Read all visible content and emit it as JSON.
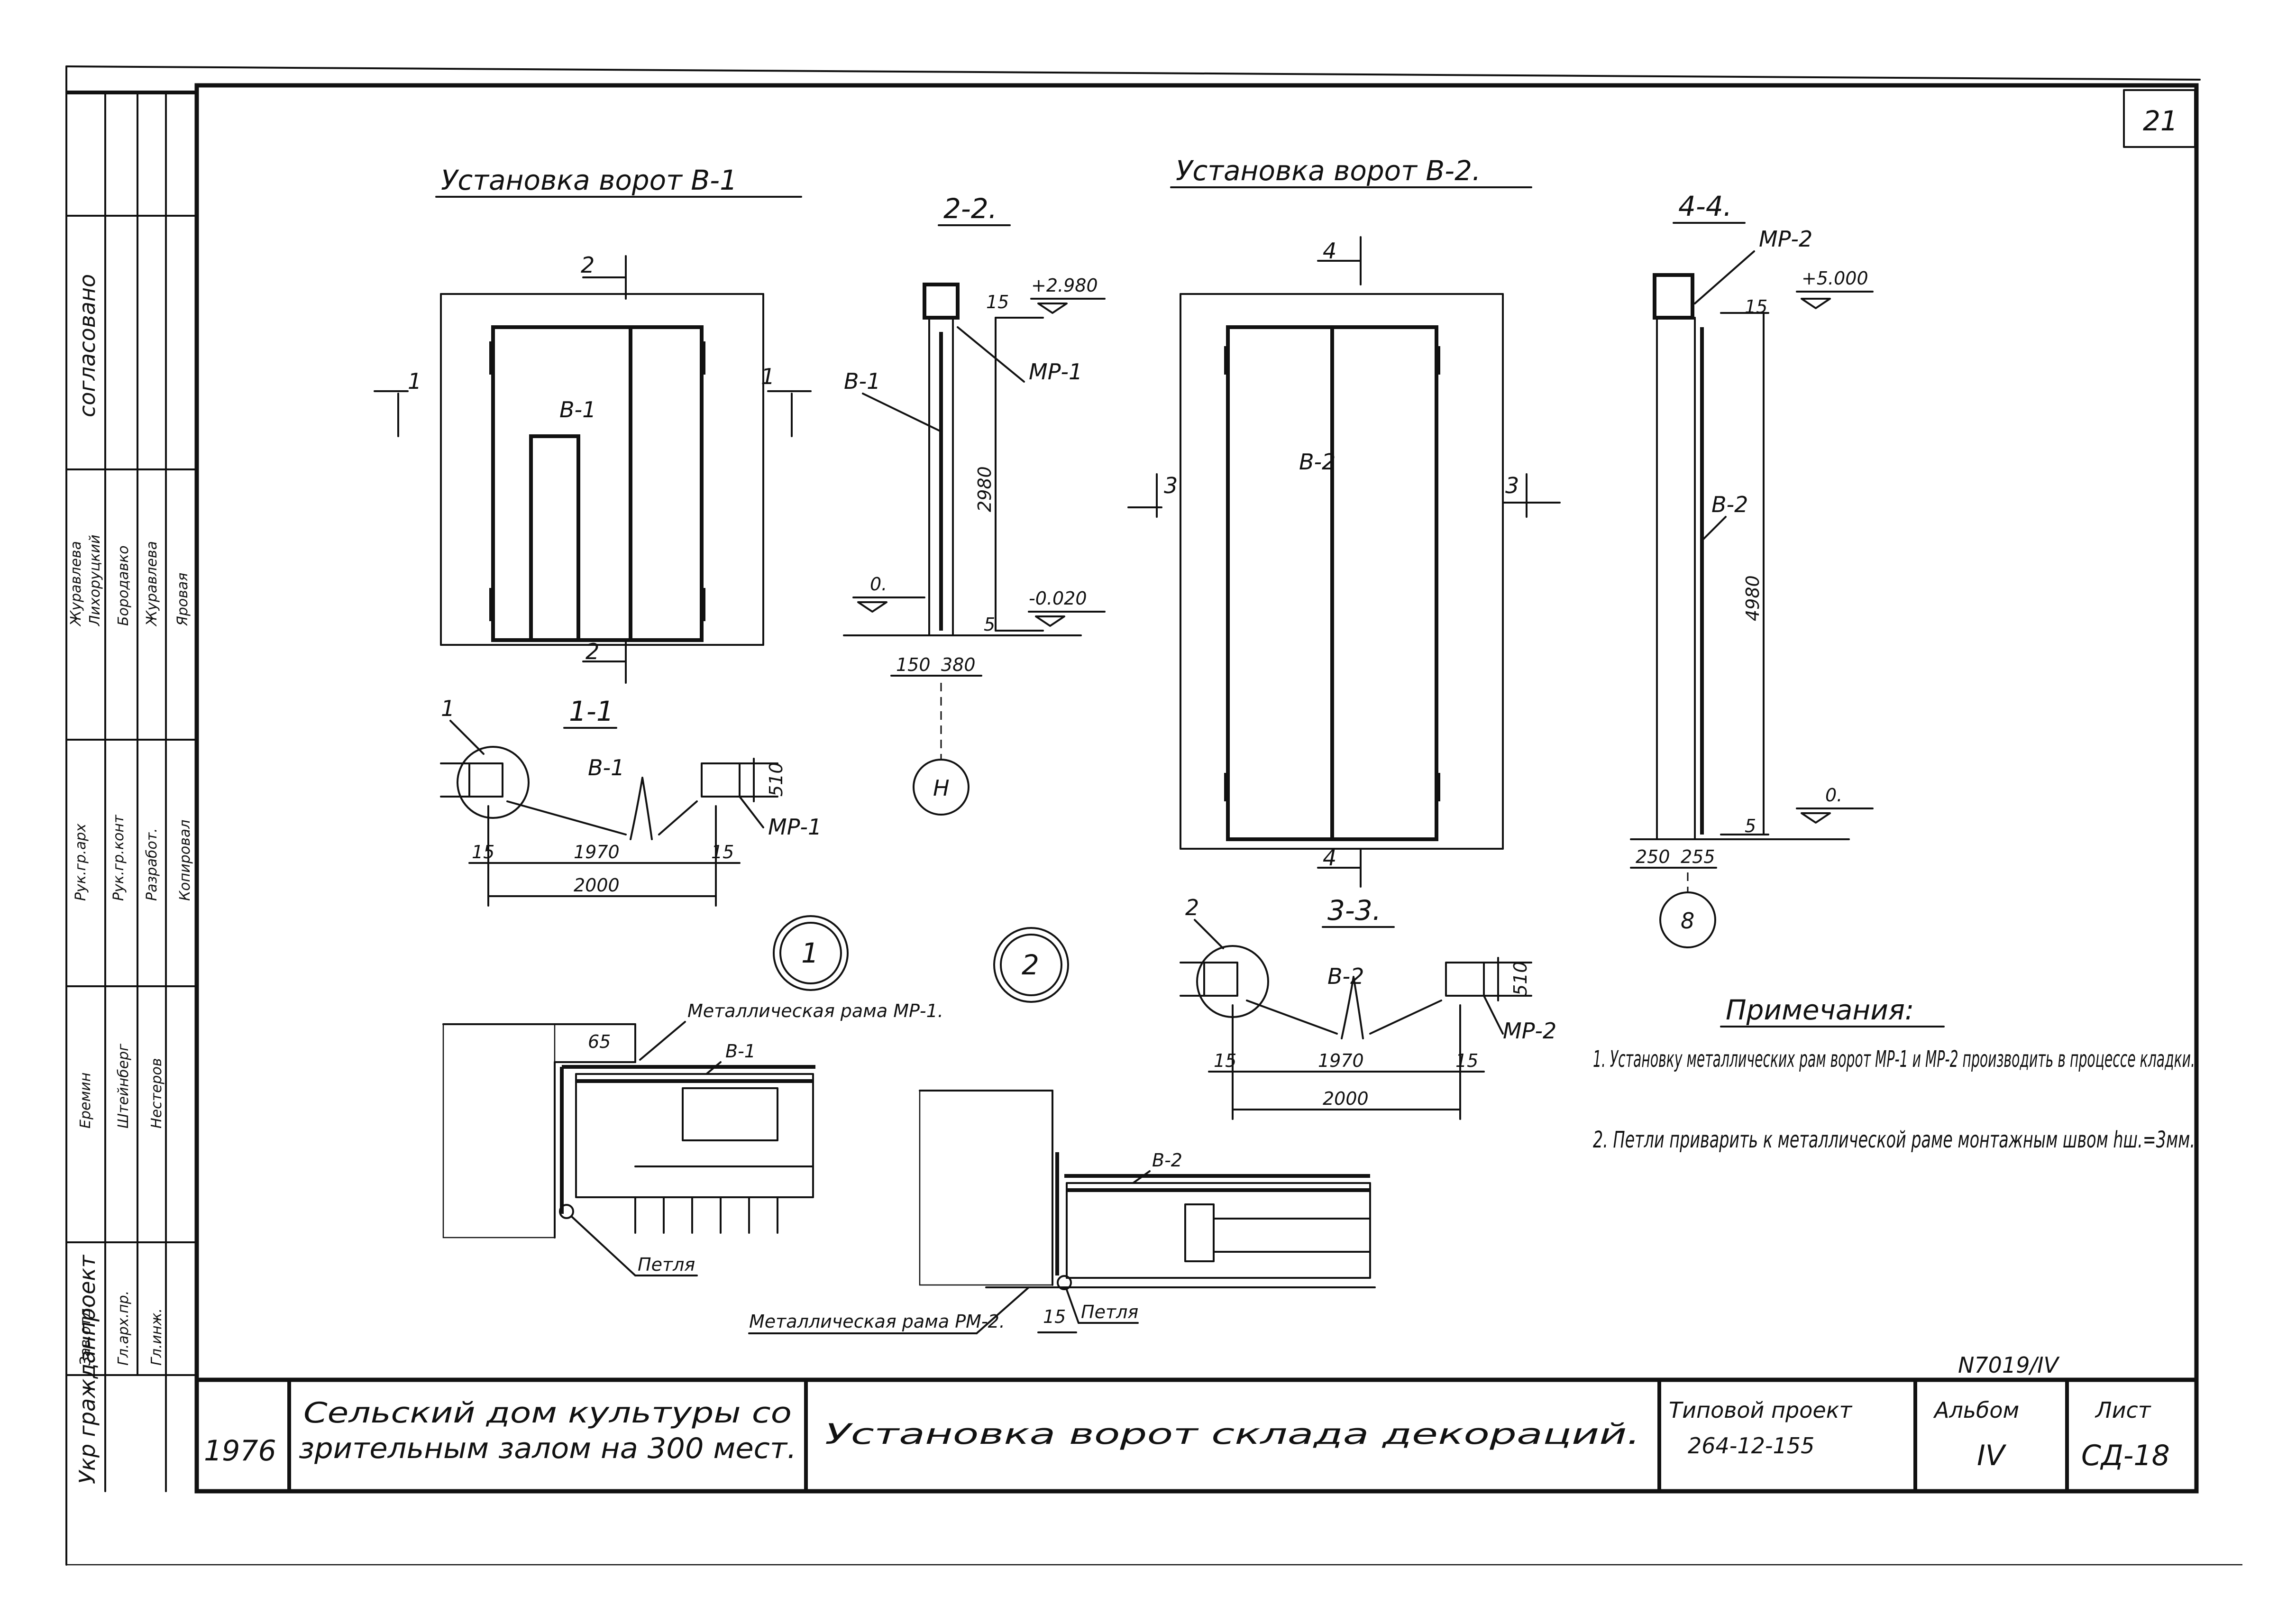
{
  "sheet_number": "21",
  "views": {
    "gate1_title": "Установка ворот В-1",
    "gate2_title": "Установка ворот В-2.",
    "section_22": "2-2.",
    "section_44": "4-4.",
    "section_11": "1-1",
    "section_33": "3-3."
  },
  "gate1": {
    "leaf_label": "В-1",
    "cut_top": "2",
    "cut_bottom": "2",
    "cut_left": "1",
    "cut_right": "1"
  },
  "gate2": {
    "leaf_label": "В-2",
    "cut_top": "4",
    "cut_bottom": "4",
    "cut_left": "3",
    "cut_right": "3"
  },
  "section22": {
    "elev_top": "+2.980",
    "elev_zero": "0.",
    "elev_bottom": "-0.020",
    "height": "2980",
    "dim_top": "15",
    "dim_bottom": "5",
    "widths": [
      "150",
      "380"
    ],
    "label_gate": "В-1",
    "label_frame": "МР-1",
    "detail_mark": "Н"
  },
  "section44": {
    "elev_top": "+5.000",
    "elev_zero": "0.",
    "height": "4980",
    "dim_top": "15",
    "dim_bottom": "5",
    "widths": [
      "250",
      "255"
    ],
    "label_gate": "В-2",
    "label_frame": "МР-2",
    "detail_mark": "8"
  },
  "plan11": {
    "callout": "1",
    "leaf": "В-1",
    "frame": "МР-1",
    "dims": [
      "15",
      "1970",
      "15"
    ],
    "total": "2000",
    "wall": "510"
  },
  "plan33": {
    "callout": "2",
    "leaf": "В-2",
    "frame": "МР-2",
    "dims": [
      "15",
      "1970",
      "15"
    ],
    "total": "2000",
    "wall": "510"
  },
  "detail1": {
    "number": "1",
    "frame_label": "Металлическая рама МР-1.",
    "gate_label": "В-1",
    "dim": "65",
    "hinge_label": "Петля"
  },
  "detail2": {
    "number": "2",
    "frame_label": "Металлическая рама РМ-2.",
    "gate_label": "В-2",
    "dim": "15",
    "hinge_label": "Петля"
  },
  "notes": {
    "heading": "Примечания:",
    "items": [
      "1. Установку металлических рам ворот МР-1 и МР-2 производить в процессе кладки.",
      "2. Петли приварить к металлической раме монтажным швом hш.=3мм."
    ]
  },
  "doc_number": "N7019/IV",
  "title_block": {
    "year": "1976",
    "object_line1": "Сельский дом культуры со",
    "object_line2": "зрительным залом на 300 мест.",
    "drawing_title": "Установка ворот склада декораций.",
    "project_label": "Типовой проект",
    "project_number": "264-12-155",
    "album_label": "Альбом",
    "album_number": "IV",
    "sheet_label": "Лист",
    "sheet_code": "СД-18"
  },
  "side_stamp": {
    "org": "Укр гражданпроект",
    "agreed": "согласовано",
    "roles": [
      "Рук.гр.арх",
      "Рук.гр.конт",
      "Разработ.",
      "Копировал"
    ],
    "names": [
      "Еремин",
      "Штейнберг",
      "Нестеров"
    ],
    "positions": [
      "Зав.отд.",
      "Гл.арх.пр.",
      "Гл.инж."
    ],
    "signers": [
      "Журавлева",
      "Лихоруцкий",
      "Бородавко",
      "Журавлева",
      "Яровая"
    ]
  }
}
